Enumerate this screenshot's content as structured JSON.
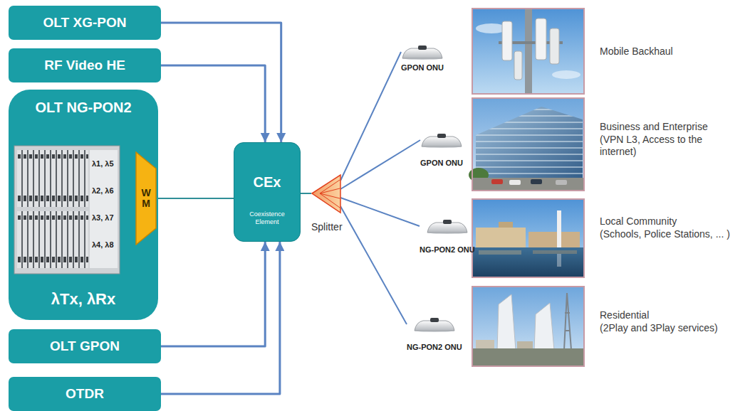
{
  "diagram": {
    "nodes": [
      {
        "text": [
          "OLT XG-PON"
        ]
      },
      {
        "text": [
          "RF Video HE"
        ]
      },
      {
        "text": [
          "OLT NG-PON2",
          "λTx, λRx"
        ]
      },
      {
        "text": [
          "WM"
        ],
        "in": 2
      },
      {
        "text": [
          "OLT GPON"
        ]
      },
      {
        "text": [
          "OTDR"
        ]
      },
      {
        "text": [
          "CEx",
          "Coexistence Element"
        ]
      },
      {
        "text": [
          "Splitter"
        ]
      },
      {
        "text": [
          "GPON ONU"
        ]
      },
      {
        "text": [
          "GPON ONU"
        ]
      },
      {
        "text": [
          "NG-PON2 ONU"
        ]
      },
      {
        "text": [
          "NG-PON2 ONU"
        ]
      }
    ],
    "edges": [
      {
        "from": 0,
        "to": 6,
        "arrow": "to"
      },
      {
        "from": 1,
        "to": 6,
        "arrow": "to"
      },
      {
        "from": 3,
        "to": 6,
        "arrow": "none"
      },
      {
        "from": 4,
        "to": 6,
        "arrow": "to"
      },
      {
        "from": 5,
        "to": 6,
        "arrow": "to"
      },
      {
        "from": 6,
        "to": 7,
        "arrow": "none"
      },
      {
        "from": 7,
        "to": 8,
        "arrow": "none"
      },
      {
        "from": 7,
        "to": 9,
        "arrow": "none"
      },
      {
        "from": 7,
        "to": 10,
        "arrow": "none"
      },
      {
        "from": 7,
        "to": 11,
        "arrow": "none"
      }
    ],
    "labels": [
      "λ1, λ5",
      "λ2, λ6",
      "λ3, λ7",
      "λ4, λ8",
      "Mobile Backhaul",
      "Business and Enterprise",
      "(VPN L3, Access to the internet)",
      "Local Community",
      "(Schools, Police Stations, ... )",
      "Residential",
      "(2Play and 3Play services)"
    ]
  }
}
